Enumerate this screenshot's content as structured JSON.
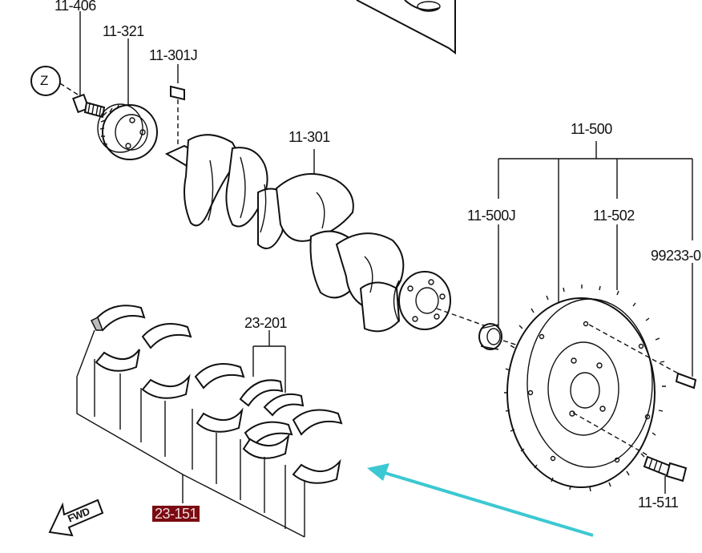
{
  "labels": {
    "p11_406": "11-406",
    "p11_321": "11-321",
    "p11_301j": "11-301J",
    "z": "Z",
    "p11_301": "11-301",
    "p11_500": "11-500",
    "p11_500j": "11-500J",
    "p11_502": "11-502",
    "p99233": "99233-0",
    "p23_201": "23-201",
    "p23_151": "23-151",
    "p11_511": "11-511",
    "fwd": "FWD"
  },
  "colors": {
    "highlight_bg": "#7a0b12",
    "highlight_text": "#f3d9dc",
    "arrow": "#3cc8d2",
    "line": "#111111"
  }
}
